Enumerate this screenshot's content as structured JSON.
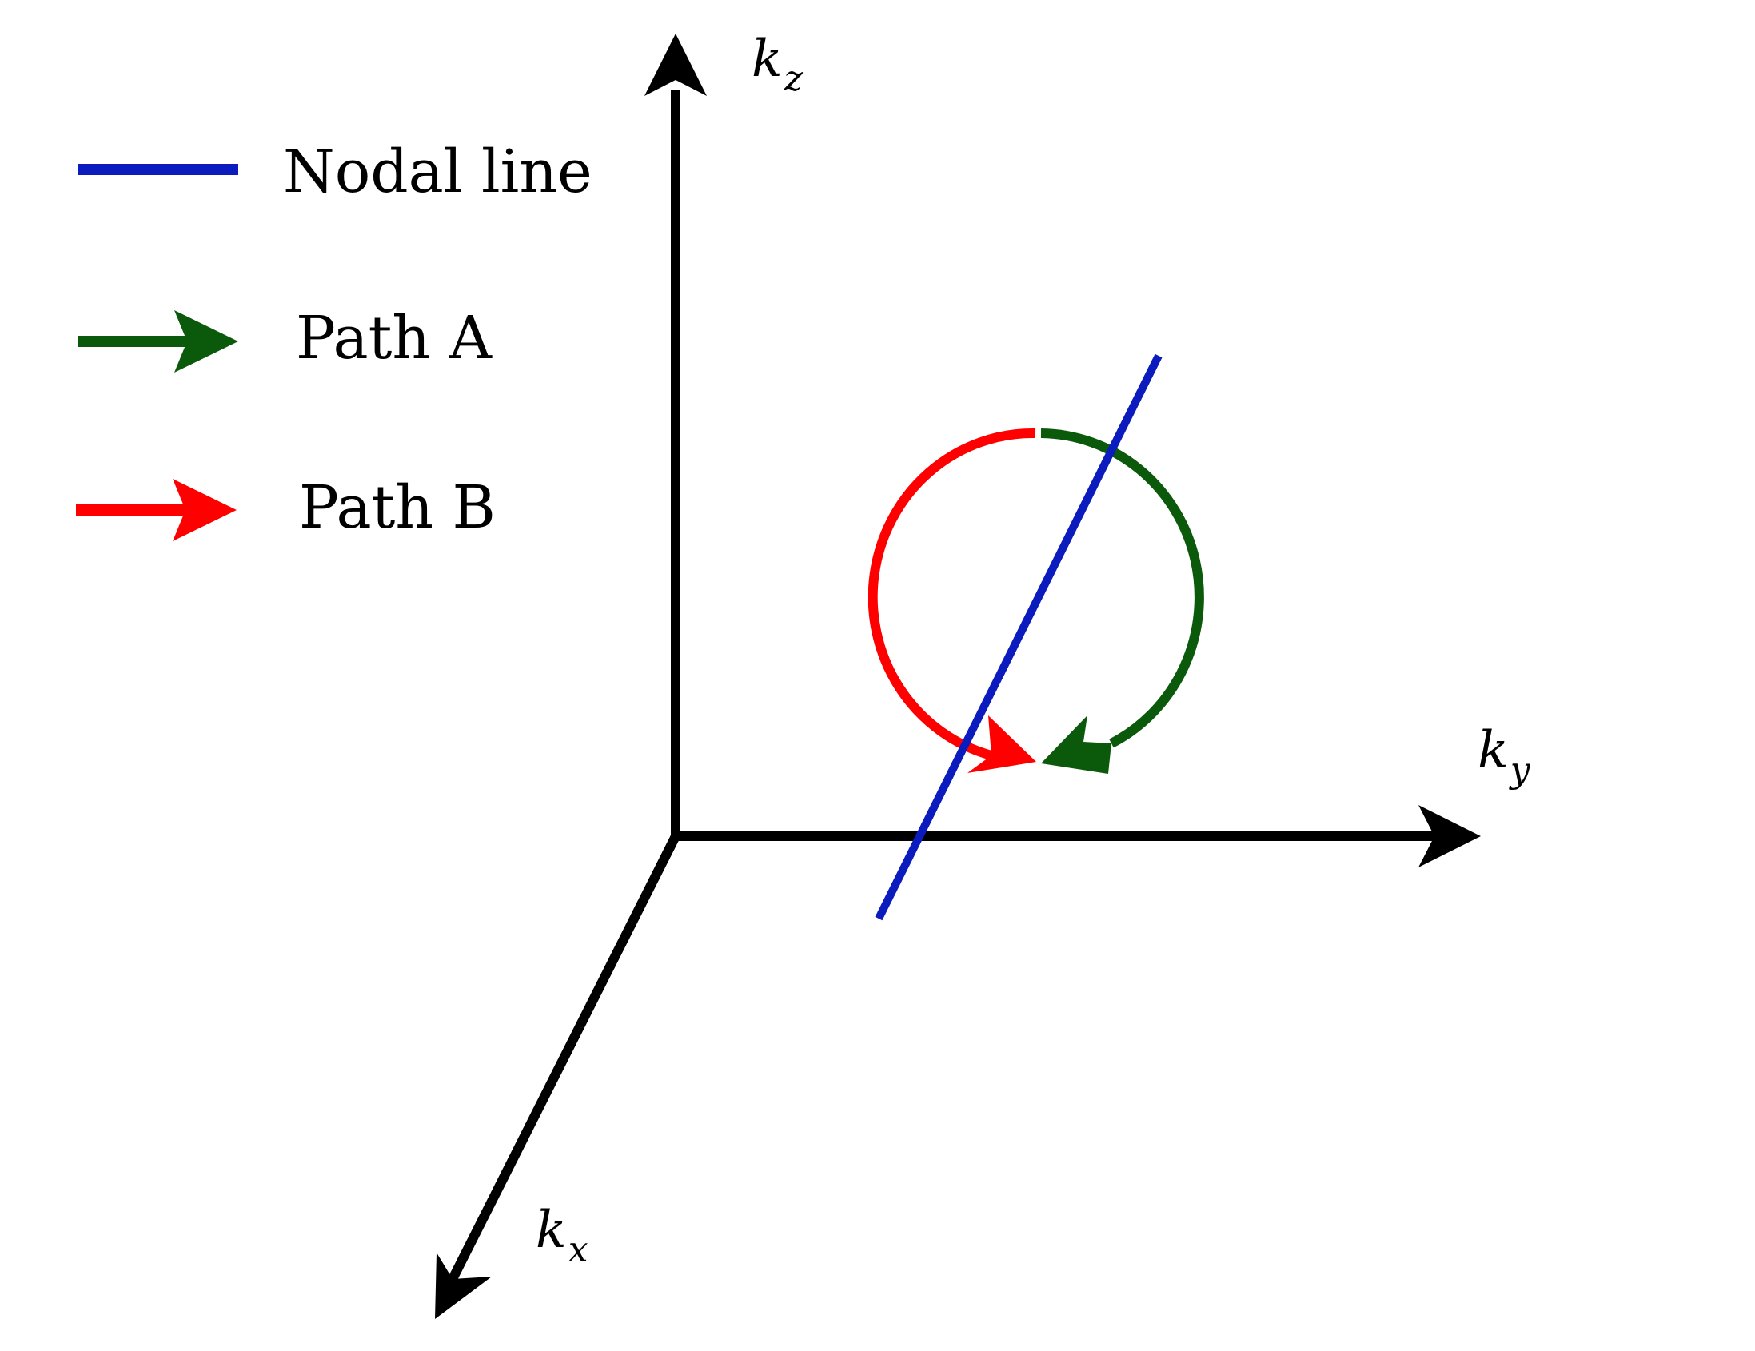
{
  "legend": {
    "nodal_line": "Nodal line",
    "path_a": "Path A",
    "path_b": "Path B"
  },
  "axes": {
    "kz": {
      "main": "k",
      "sub": "z"
    },
    "ky": {
      "main": "k",
      "sub": "y"
    },
    "kx": {
      "main": "k",
      "sub": "x"
    }
  },
  "colors": {
    "axis": "#000000",
    "nodal_line": "#0b1bbd",
    "path_a": "#0b5a0b",
    "path_b": "#ff0000"
  }
}
